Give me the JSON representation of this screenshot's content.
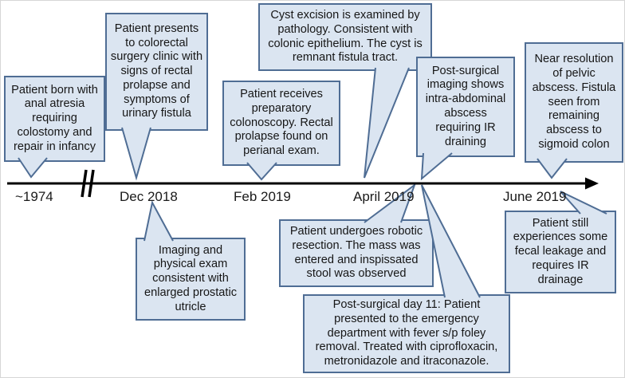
{
  "colors": {
    "callout_fill": "#dbe5f1",
    "callout_border": "#4f6d94",
    "timeline": "#000000",
    "text": "#161616"
  },
  "timeline": {
    "dates": [
      {
        "label": "~1974"
      },
      {
        "label": "Dec 2018"
      },
      {
        "label": "Feb 2019"
      },
      {
        "label": "April 2019"
      },
      {
        "label": "June 2019"
      }
    ],
    "break_mark": "axis-break"
  },
  "callouts": [
    {
      "position": "above",
      "anchor": "~1974",
      "text": "Patient born with anal atresia requiring colostomy and repair in infancy"
    },
    {
      "position": "above",
      "anchor": "Dec 2018",
      "text": "Patient presents to colorectal surgery clinic with signs of rectal prolapse and symptoms of urinary fistula"
    },
    {
      "position": "above",
      "anchor": "Feb 2019",
      "text": "Patient receives preparatory colonoscopy. Rectal prolapse found on perianal exam."
    },
    {
      "position": "above",
      "anchor": "April 2019",
      "text": "Cyst excision is examined by pathology. Consistent with colonic epithelium. The cyst is remnant fistula tract."
    },
    {
      "position": "above",
      "anchor": "April 2019",
      "text": "Post-surgical imaging shows intra-abdominal abscess requiring IR draining"
    },
    {
      "position": "above",
      "anchor": "June 2019",
      "text": "Near resolution of pelvic abscess. Fistula seen from remaining abscess to sigmoid colon"
    },
    {
      "position": "below",
      "anchor": "Dec 2018",
      "text": "Imaging and physical exam consistent with enlarged prostatic utricle"
    },
    {
      "position": "below",
      "anchor": "April 2019",
      "text": "Patient undergoes robotic resection. The mass was entered and inspissated stool was observed"
    },
    {
      "position": "below",
      "anchor": "April 2019",
      "text": "Post-surgical day 11: Patient presented to the emergency department with fever s/p foley removal. Treated with ciprofloxacin, metronidazole and itraconazole."
    },
    {
      "position": "below",
      "anchor": "June 2019",
      "text": "Patient still experiences some fecal leakage and requires IR drainage"
    }
  ]
}
